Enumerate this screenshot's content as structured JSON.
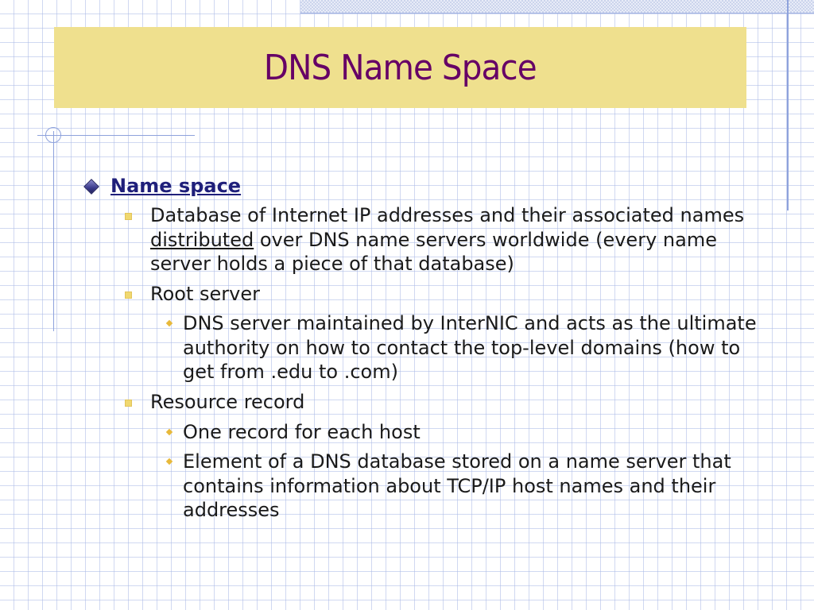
{
  "slide": {
    "title": "DNS Name Space",
    "heading": "Name space",
    "items": [
      {
        "text_before": "Database of Internet IP addresses and their associated names ",
        "underlined": "distributed",
        "text_after": " over DNS name servers worldwide (every name server holds a piece of that database)"
      },
      {
        "text": "Root server",
        "subitems": [
          "DNS server maintained by InterNIC and acts as the ultimate  authority on how to contact the top-level domains (how to get from .edu to .com)"
        ]
      },
      {
        "text": "Resource record",
        "subitems": [
          "One record for each host",
          "Element of a DNS database stored on a name server that contains information about TCP/IP host names and their addresses"
        ]
      }
    ]
  },
  "colors": {
    "title_bg": "#efe08e",
    "title_text": "#660066",
    "heading_text": "#1f1f7a",
    "bullet_l2": "#f0d870",
    "bullet_l3": "#e8b93a",
    "grid": "#aab9e6"
  }
}
